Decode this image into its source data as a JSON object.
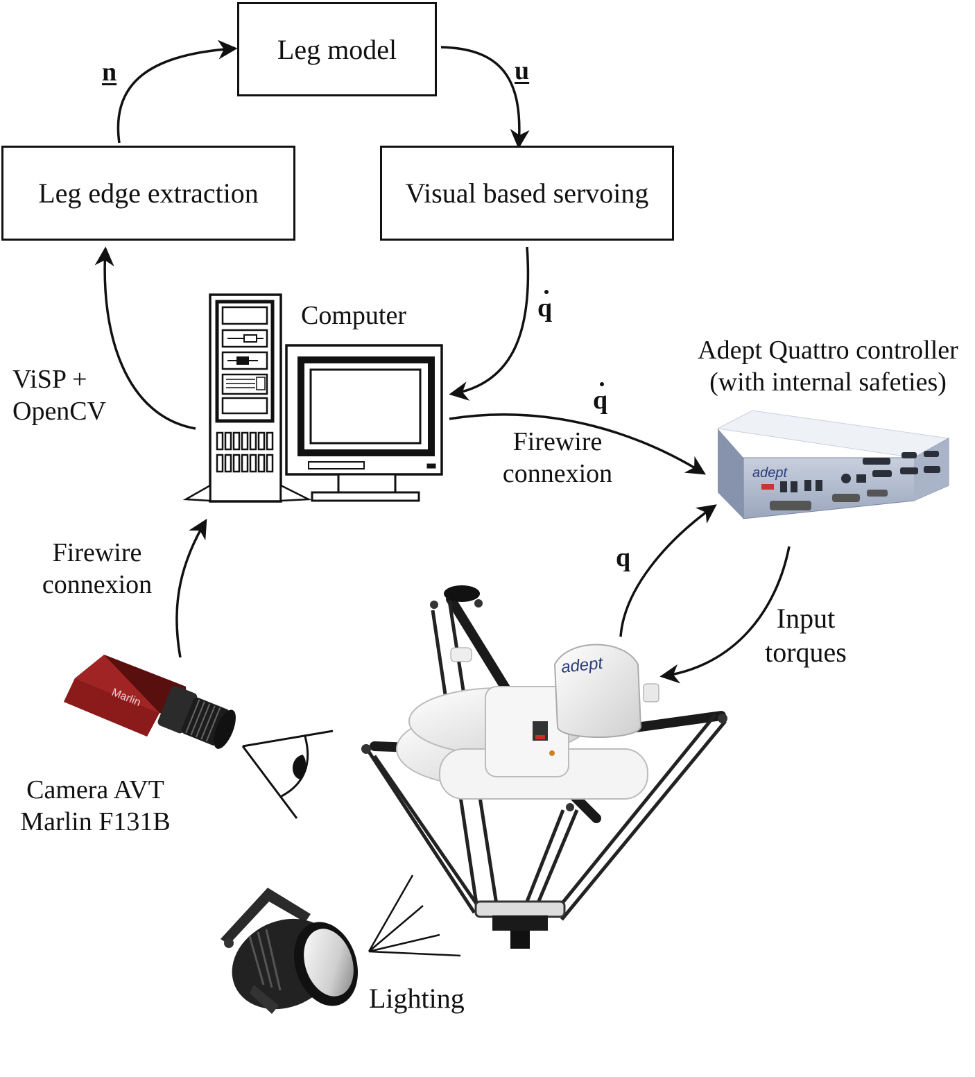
{
  "blocks": {
    "leg_model": "Leg model",
    "leg_edge_extraction": "Leg edge extraction",
    "visual_servoing": "Visual based servoing"
  },
  "signals": {
    "n": "n",
    "u": "u",
    "qdot_1": "q",
    "qdot_2": "q",
    "q": "q"
  },
  "labels": {
    "computer": "Computer",
    "visp_line1": "ViSP +",
    "visp_line2": "OpenCV",
    "controller_line1": "Adept Quattro controller",
    "controller_line2": "(with internal safeties)",
    "firewire_right_line1": "Firewire",
    "firewire_right_line2": "connexion",
    "firewire_left_line1": "Firewire",
    "firewire_left_line2": "connexion",
    "input_torques_line1": "Input",
    "input_torques_line2": "torques",
    "camera_line1": "Camera AVT",
    "camera_line2": "Marlin F131B",
    "lighting": "Lighting",
    "camera_brand": "Marlin",
    "controller_brand": "adept",
    "robot_brand": "adept"
  },
  "colors": {
    "stroke": "#111111",
    "camera_body": "#8b1a1a",
    "controller_face": "#b9c4d8",
    "robot_shell": "#f2f2f2"
  }
}
